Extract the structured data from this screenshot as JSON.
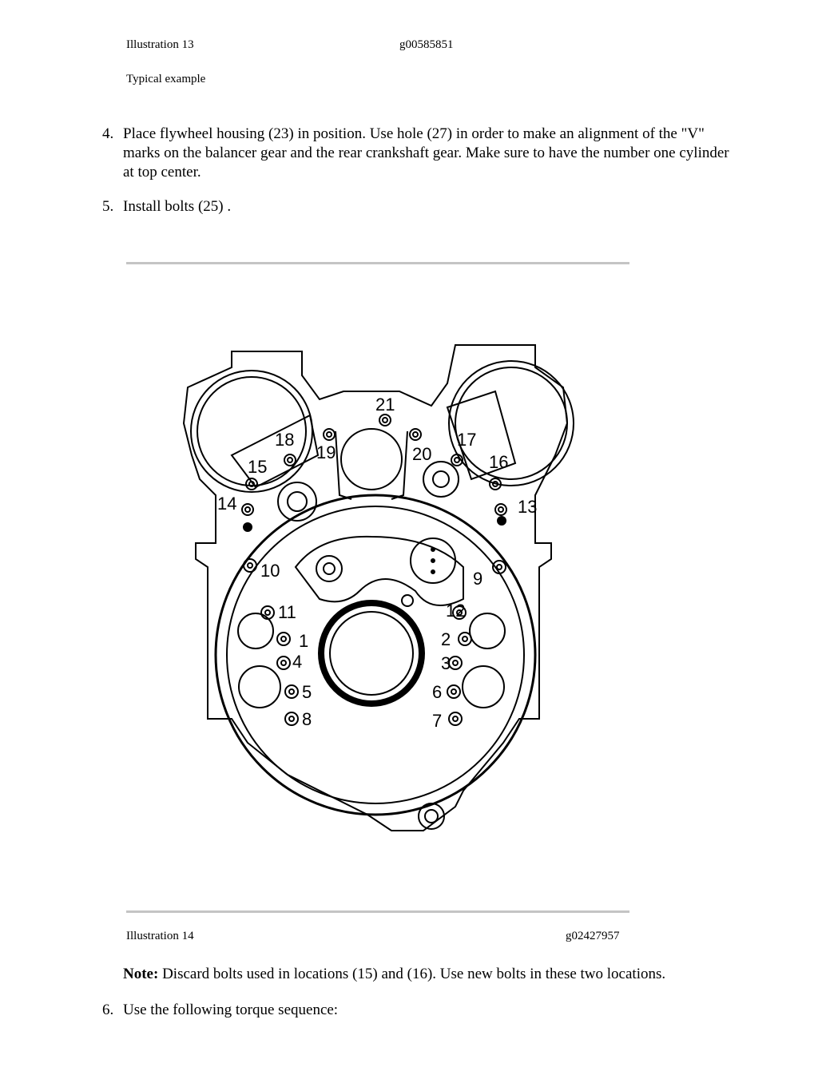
{
  "illustration13": {
    "label": "Illustration 13",
    "id": "g00585851",
    "caption": "Typical example"
  },
  "steps": [
    {
      "number": "4.",
      "text": "Place flywheel housing (23) in position. Use hole (27) in order to make an alignment of the \"V\" marks on the balancer gear and the rear crankshaft gear. Make sure to have the number one cylinder at top center."
    },
    {
      "number": "5.",
      "text": "Install bolts (25) ."
    },
    {
      "number": "6.",
      "text": "Use the following torque sequence:"
    }
  ],
  "illustration14": {
    "label": "Illustration 14",
    "id": "g02427957",
    "bolt_labels": [
      "1",
      "2",
      "3",
      "4",
      "5",
      "6",
      "7",
      "8",
      "9",
      "10",
      "11",
      "12",
      "13",
      "14",
      "15",
      "16",
      "17",
      "18",
      "19",
      "20",
      "21"
    ]
  },
  "note": {
    "label": "Note:",
    "text": " Discard bolts used in locations (15) and (16). Use new bolts in these two locations."
  }
}
